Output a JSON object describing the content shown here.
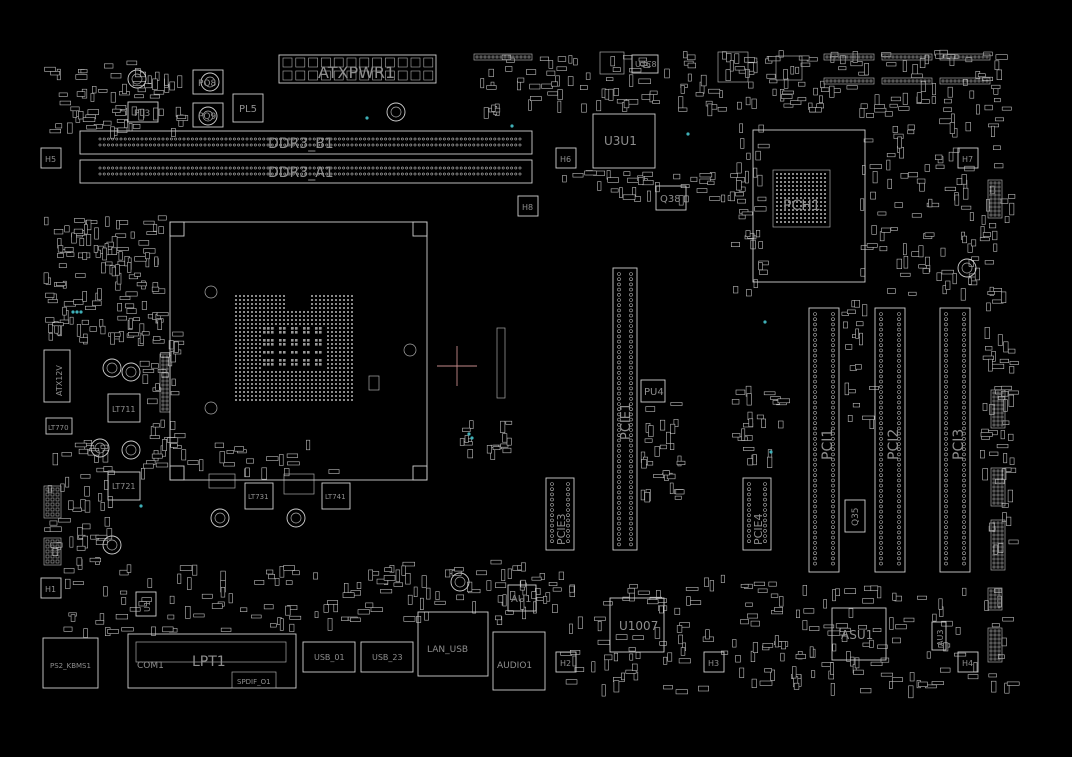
{
  "board": {
    "background": "#000000",
    "outline_color": "#cfcfcf",
    "label_color": "#8e8e8e",
    "crosshair_color": "#c58a8a",
    "via_color": "#3fb0b8"
  },
  "labels": {
    "atxpwr1": "ATXPWR1",
    "ddr3_b1": "DDR3_B1",
    "ddr3_a1": "DDR3_A1",
    "u3u1": "U3U1",
    "pch1": "PCH1",
    "pcie1": "PCIE1",
    "pcie2": "PCIE2",
    "pci1": "PCI1",
    "pci2": "PCI2",
    "pci3": "PCI3",
    "pcie3": "PCIE3",
    "pcie4": "PCIE4",
    "pu4": "PU4",
    "u1007": "U1007",
    "asu1": "ASU1",
    "au1": "AU1",
    "lpt1": "LPT1",
    "com1": "COM1",
    "spdif_o1": "SPDIF_O1",
    "ps2_kbms1": "PS2_KBMS1",
    "usb1": "USB_01",
    "usb2": "USB_23",
    "lan_usb": "LAN_USB",
    "audio1": "AUDIO1",
    "pl3": "PL3",
    "pl5": "PL5",
    "pq8": "PQ8",
    "pq9": "PQ9",
    "lt711": "LT711",
    "lt721": "LT721",
    "lt731": "LT731",
    "lt741": "LT741",
    "lt770": "LT770",
    "q35": "Q35",
    "q38": "Q38",
    "u3c8": "U3C8",
    "u5": "U5",
    "u1": "U1",
    "au3": "AU3",
    "atx12v": "ATX12V",
    "h1": "H1",
    "h2": "H2",
    "h3": "H3",
    "h4": "H4",
    "h5": "H5",
    "h6": "H6",
    "h7": "H7",
    "h8": "H8"
  }
}
